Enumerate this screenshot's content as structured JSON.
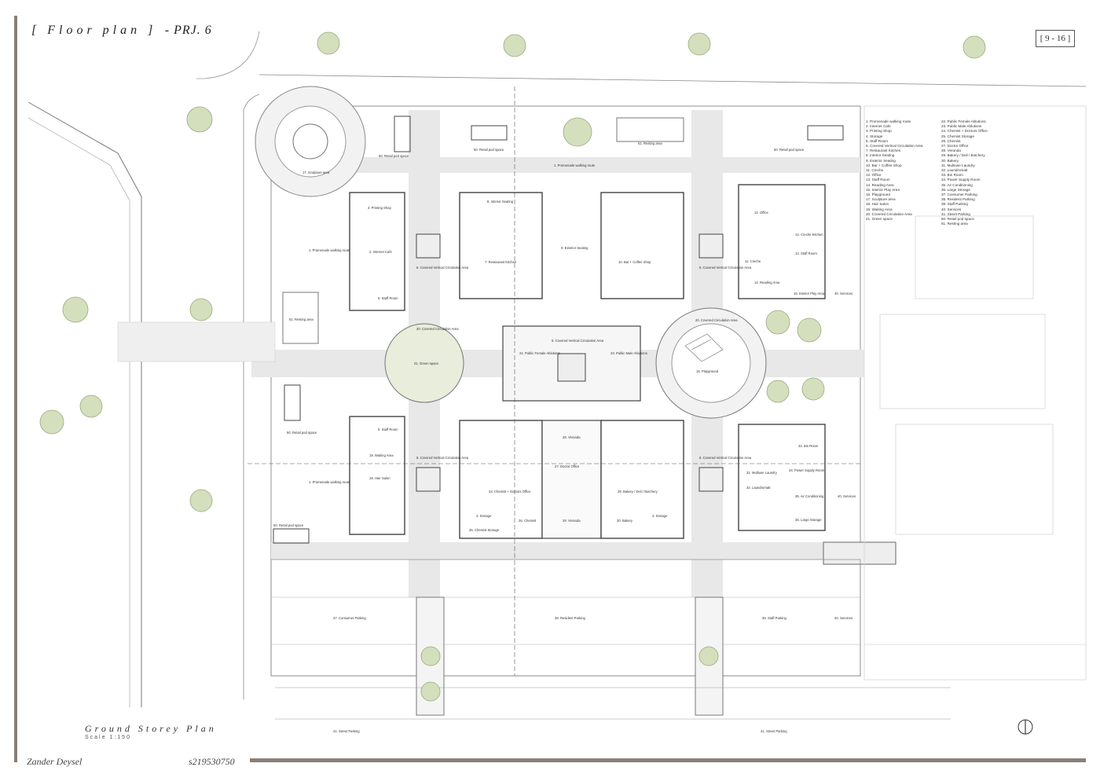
{
  "sheet": {
    "title": "[ Floor plan ]",
    "project": "- PRJ. 6",
    "page_number": "[ 9 - 16 ]",
    "plan_title": "Ground Storey Plan",
    "plan_scale": "Scale 1:150",
    "author": "Zander Deysel",
    "student_number": "s219530750"
  },
  "legend": {
    "col_a": [
      "1. Promenade walking route",
      "2. Internet Cafe",
      "3. Printing Shop",
      "4. Storage",
      "5. Staff Room",
      "6. Covered Vertical Circulation Area",
      "7. Restaurant Kitchen",
      "8. Interior Seating",
      "9. Exterior Seating",
      "10. Bar + Coffee Shop",
      "11. Creche",
      "12. Office",
      "13. Staff Room",
      "14. Reading Area",
      "15. Interior Play Area",
      "16. Playground",
      "17. Sculpture area",
      "18. Hair Salon",
      "19. Waiting Area",
      "20. Covered Circulation Area",
      "21. Green space"
    ],
    "col_b": [
      "22. Public Female Ablutions",
      "23. Public Male Ablutions",
      "24. Chemist + Doctors Office",
      "25. Chemist Storage",
      "26. Chemist",
      "27. Doctor Office",
      "28. Veranda",
      "29. Bakery / Deli / Butchery",
      "30. Bakery",
      "31. Multiuse Laundry",
      "32. Laundromatt",
      "33. Bin Room",
      "34. Power Supply Room",
      "35. Air Conditioning",
      "36. Large Storage",
      "37. Consumer Parking",
      "38. Resident Parking",
      "39. Staff Parking",
      "40. Services",
      "41. Street Parking",
      "50. Retail pod space",
      "51. Resting area"
    ]
  },
  "labels": {
    "retail1": "50. Retail pod space",
    "retail2": "50. Retail pod space",
    "retail3": "50. Retail pod space",
    "retail4": "50. Retail pod space",
    "retail5": "50. Retail pod space",
    "resting1": "51. Resting area",
    "resting2": "51. Resting area",
    "sculpture": "17. Sculpture area",
    "promenade_top": "1. Promenade walking route",
    "promenade1": "1. Promenade walking route",
    "promenade2": "1. Promenade walking route",
    "printing": "3. Printing Shop",
    "internet": "2. Internet Cafe",
    "staff5a": "5. Staff Room",
    "staff5b": "5. Staff Room",
    "interior_seating": "8. Interior Seating",
    "exterior_seating": "9. Exterior Seating",
    "kitchen": "7. Restaurant Kitchen",
    "bar": "10. Bar + Coffee Shop",
    "office12": "12. Office",
    "staff13": "13. Staff Room",
    "creche_kitchen": "12. Creche Kitchen",
    "creche": "11. Creche",
    "reading": "14. Reading Area",
    "interior_play": "15. Interior Play Area",
    "services": "40. Services",
    "services2": "40. Services",
    "services3": "40. Services",
    "circ6a": "6. Covered Vertical Circulation Area",
    "circ6b": "6. Covered Vertical Circulation Area",
    "circ6c": "6. Covered Vertical Circulation Area",
    "circ6d": "6. Covered Vertical Circulation Area",
    "circ6e": "6. Covered Vertical Circulation Area",
    "circ20a": "20. Covered Circulation Area",
    "circ20b": "20. Covered Circulation Area",
    "green": "21. Green space",
    "playground": "16. Playground",
    "female": "22. Public Female Ablutions",
    "male": "23. Public Male Ablutions",
    "waiting": "19. Waiting Area",
    "hair": "18. Hair Salon",
    "veranda1": "28. Veranda",
    "veranda2": "28. Veranda",
    "chemist_doc": "24. Chemist + Doctors Office",
    "chemist_store": "25. Chemist Storage",
    "chemist": "26. Chemist",
    "doctor": "27. Doctor Office",
    "storage4a": "4. Storage",
    "storage4b": "4. Storage",
    "bakery_deli": "29. Bakery / Deli / Butchery",
    "bakery": "30. Bakery",
    "laundry": "31. Multiuse Laundry",
    "laundromatt": "32. Laundromatt",
    "bin": "33. Bin Room",
    "power": "34. Power Supply Room",
    "aircon": "35. Air Conditioning",
    "large_storage": "36. Large Storage",
    "consumer_parking": "37. Consumer Parking",
    "resident_parking": "38. Resident Parking",
    "staff_parking": "39. Staff Parking",
    "street_parking1": "41. Street Parking",
    "street_parking2": "41. Street Parking"
  },
  "colors": {
    "accent": "#8a7f78",
    "path": "#e6e6e6",
    "wall": "#555555",
    "tree": "#c9d8a8"
  }
}
